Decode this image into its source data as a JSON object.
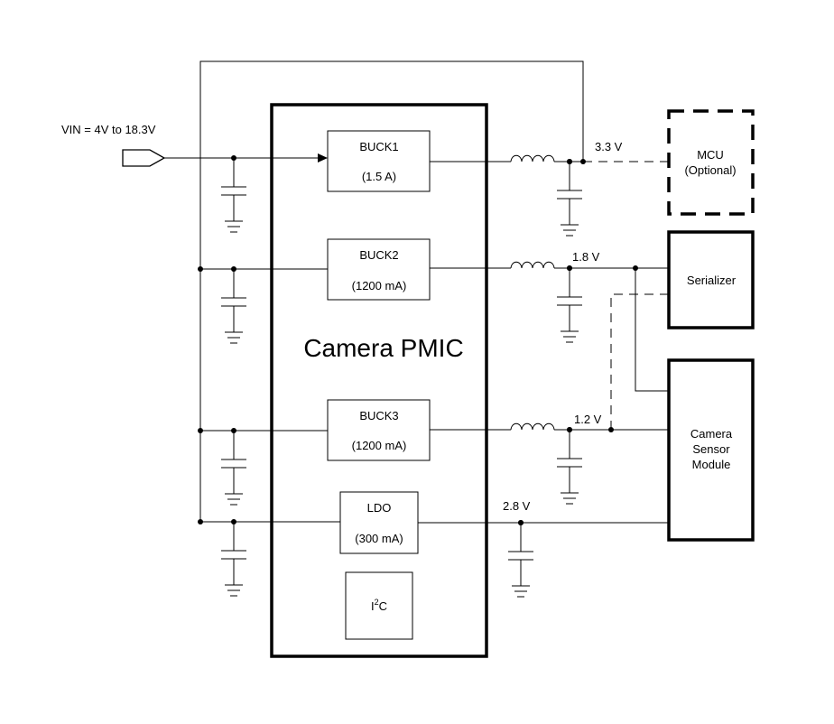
{
  "input": {
    "label": "VIN = 4V to 18.3V"
  },
  "pmic": {
    "title": "Camera PMIC",
    "buck1": {
      "name": "BUCK1",
      "rating": "(1.5 A)"
    },
    "buck2": {
      "name": "BUCK2",
      "rating": "(1200 mA)"
    },
    "buck3": {
      "name": "BUCK3",
      "rating": "(1200 mA)"
    },
    "ldo": {
      "name": "LDO",
      "rating": "(300 mA)"
    },
    "i2c": {
      "base": "I",
      "sup": "2",
      "tail": "C"
    }
  },
  "rails": {
    "v33": "3.3 V",
    "v18": "1.8 V",
    "v12": "1.2 V",
    "v28": "2.8 V"
  },
  "loads": {
    "mcu": {
      "line1": "MCU",
      "line2": "(Optional)"
    },
    "serializer": "Serializer",
    "camera": {
      "line1": "Camera",
      "line2": "Sensor",
      "line3": "Module"
    }
  }
}
